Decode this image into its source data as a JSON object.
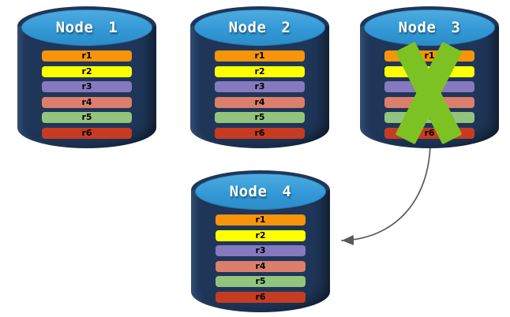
{
  "colors": {
    "background": "#FFFFFF",
    "cylinder_body": "#1F3659",
    "cylinder_top": "#3399D6",
    "node_label_text": "#FFFFFF",
    "record_label_text": "#000000",
    "arrow": "#595959",
    "x_mark": "#7DC223"
  },
  "arrow": {
    "description": "curved arrow from failed Node 3 down to Node 4"
  },
  "nodes": [
    {
      "id": "node-1",
      "label": "Node 1",
      "failed": false,
      "records": [
        {
          "label": "r1",
          "color": "#F6940A"
        },
        {
          "label": "r2",
          "color": "#FFFF00"
        },
        {
          "label": "r3",
          "color": "#8679BD"
        },
        {
          "label": "r4",
          "color": "#DB7E6B"
        },
        {
          "label": "r5",
          "color": "#93C47D"
        },
        {
          "label": "r6",
          "color": "#C63C22"
        }
      ]
    },
    {
      "id": "node-2",
      "label": "Node 2",
      "failed": false,
      "records": [
        {
          "label": "r1",
          "color": "#F6940A"
        },
        {
          "label": "r2",
          "color": "#FFFF00"
        },
        {
          "label": "r3",
          "color": "#8679BD"
        },
        {
          "label": "r4",
          "color": "#DB7E6B"
        },
        {
          "label": "r5",
          "color": "#93C47D"
        },
        {
          "label": "r6",
          "color": "#C63C22"
        }
      ]
    },
    {
      "id": "node-3",
      "label": "Node 3",
      "failed": true,
      "records": [
        {
          "label": "r1",
          "color": "#F6940A"
        },
        {
          "label": "r2",
          "color": "#FFFF00"
        },
        {
          "label": "r3",
          "color": "#8679BD"
        },
        {
          "label": "r4",
          "color": "#DB7E6B"
        },
        {
          "label": "r5",
          "color": "#93C47D"
        },
        {
          "label": "r6",
          "color": "#C63C22"
        }
      ]
    },
    {
      "id": "node-4",
      "label": "Node 4",
      "failed": false,
      "records": [
        {
          "label": "r1",
          "color": "#F6940A"
        },
        {
          "label": "r2",
          "color": "#FFFF00"
        },
        {
          "label": "r3",
          "color": "#8679BD"
        },
        {
          "label": "r4",
          "color": "#DB7E6B"
        },
        {
          "label": "r5",
          "color": "#93C47D"
        },
        {
          "label": "r6",
          "color": "#C63C22"
        }
      ]
    }
  ]
}
